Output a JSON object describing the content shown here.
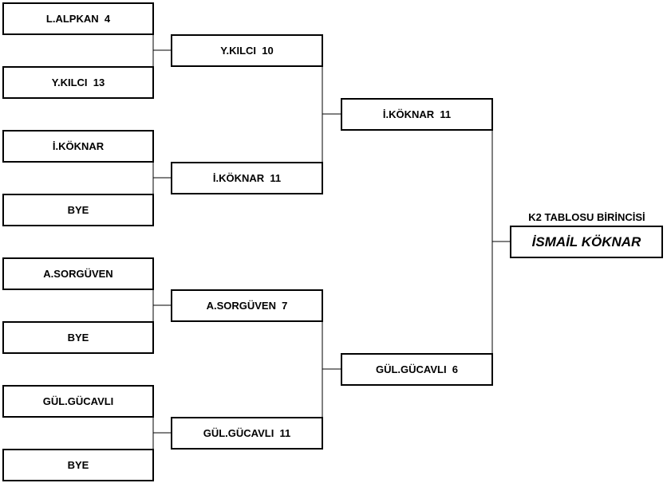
{
  "round1": [
    "L.ALPKAN  4",
    "Y.KILCI  13",
    "İ.KÖKNAR",
    "BYE",
    "A.SORGÜVEN",
    "BYE",
    "GÜL.GÜCAVLI",
    "BYE"
  ],
  "round2": [
    "Y.KILCI  10",
    "İ.KÖKNAR  11",
    "A.SORGÜVEN  7",
    "GÜL.GÜCAVLI  11"
  ],
  "semifinal": [
    "İ.KÖKNAR  11",
    "GÜL.GÜCAVLI  6"
  ],
  "winner": {
    "heading": "K2 TABLOSU BİRİNCİSİ",
    "name": "İSMAİL KÖKNAR"
  }
}
